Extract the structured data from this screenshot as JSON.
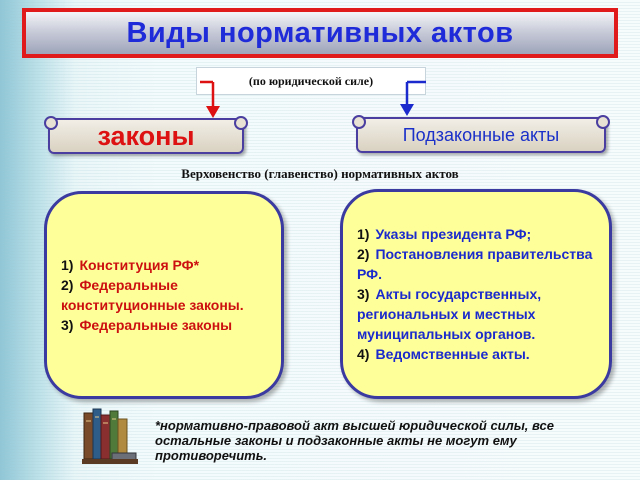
{
  "title": "Виды нормативных актов",
  "subtitle": "(по юридической силе)",
  "branches": {
    "laws_label": "законы",
    "bylaws_label": "Подзаконные акты"
  },
  "supremacy_label": "Верховенство (главенство) нормативных актов",
  "laws_list": [
    {
      "num": "1)",
      "text": "Конституция РФ*"
    },
    {
      "num": "2)",
      "text": "Федеральные конституционные законы."
    },
    {
      "num": "3)",
      "text": "Федеральные законы"
    }
  ],
  "bylaws_list": [
    {
      "num": "1)",
      "text": "Указы президента РФ;"
    },
    {
      "num": "2)",
      "text": "Постановления правительства РФ."
    },
    {
      "num": "3)",
      "text": "Акты государственных, региональных и местных муниципальных органов."
    },
    {
      "num": "4)",
      "text": "Ведомственные акты."
    }
  ],
  "footnote": "*нормативно-правовой акт высшей юридической силы, все остальные законы и подзаконные акты не могут ему противоречить.",
  "colors": {
    "title_text": "#1f2ad8",
    "title_border": "#e01a1a",
    "laws_red": "#dd1111",
    "bylaws_blue": "#1a30c8",
    "panel_fill": "#ffff9a",
    "arrow_left": "#dd1111",
    "arrow_right": "#1a2acc"
  },
  "icons": {
    "books": "books-illustration"
  }
}
